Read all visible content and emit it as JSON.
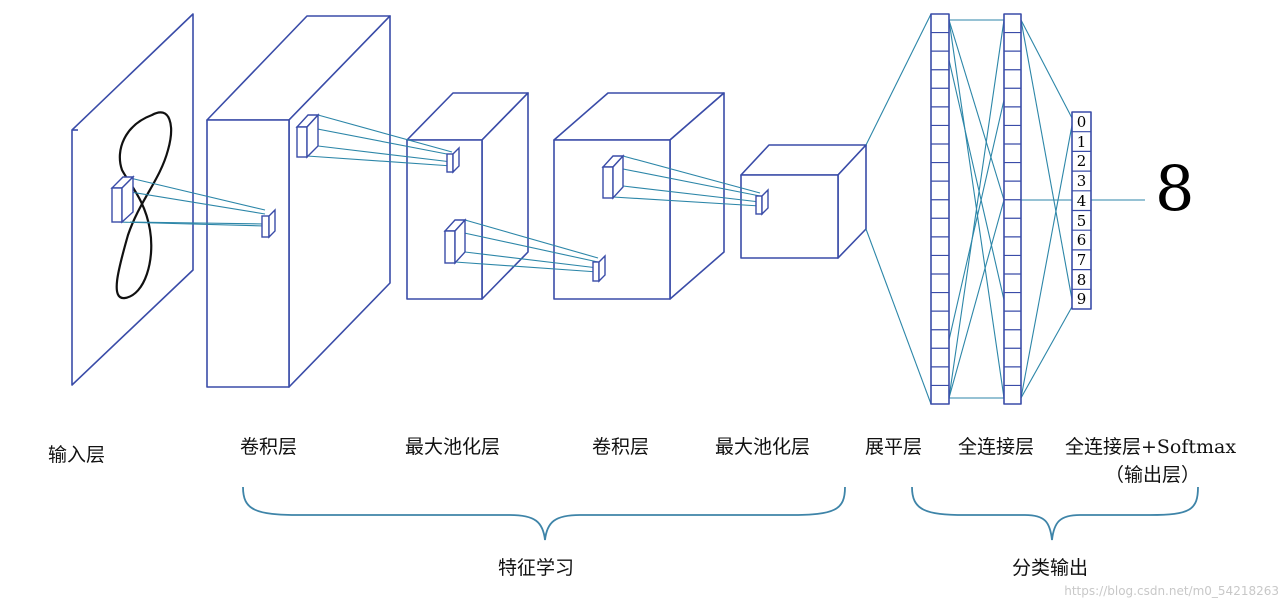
{
  "layers": {
    "input": "输入层",
    "conv1": "卷积层",
    "pool1": "最大池化层",
    "conv2": "卷积层",
    "pool2": "最大池化层",
    "flatten": "展平层",
    "fc": "全连接层",
    "output_line1": "全连接层+Softmax",
    "output_line2": "（输出层）"
  },
  "groups": {
    "feature_learning": "特征学习",
    "classification": "分类输出"
  },
  "output_digits": [
    "0",
    "1",
    "2",
    "3",
    "4",
    "5",
    "6",
    "7",
    "8",
    "9"
  ],
  "result": "8",
  "watermark": "https://blog.csdn.net/m0_54218263",
  "colors": {
    "box_stroke": "#3a4ca8",
    "connection": "#2c86a8",
    "brace": "#3e84a8"
  }
}
